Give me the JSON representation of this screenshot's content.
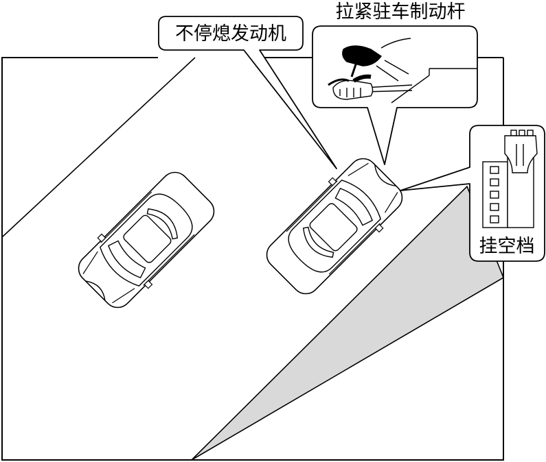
{
  "labels": {
    "engine_running": "不停熄发动机",
    "parking_brake": "拉紧驻车制动杆",
    "neutral_gear": "挂空档"
  },
  "colors": {
    "line": "#000000",
    "shade": "#d9d9d9",
    "background": "#ffffff"
  }
}
